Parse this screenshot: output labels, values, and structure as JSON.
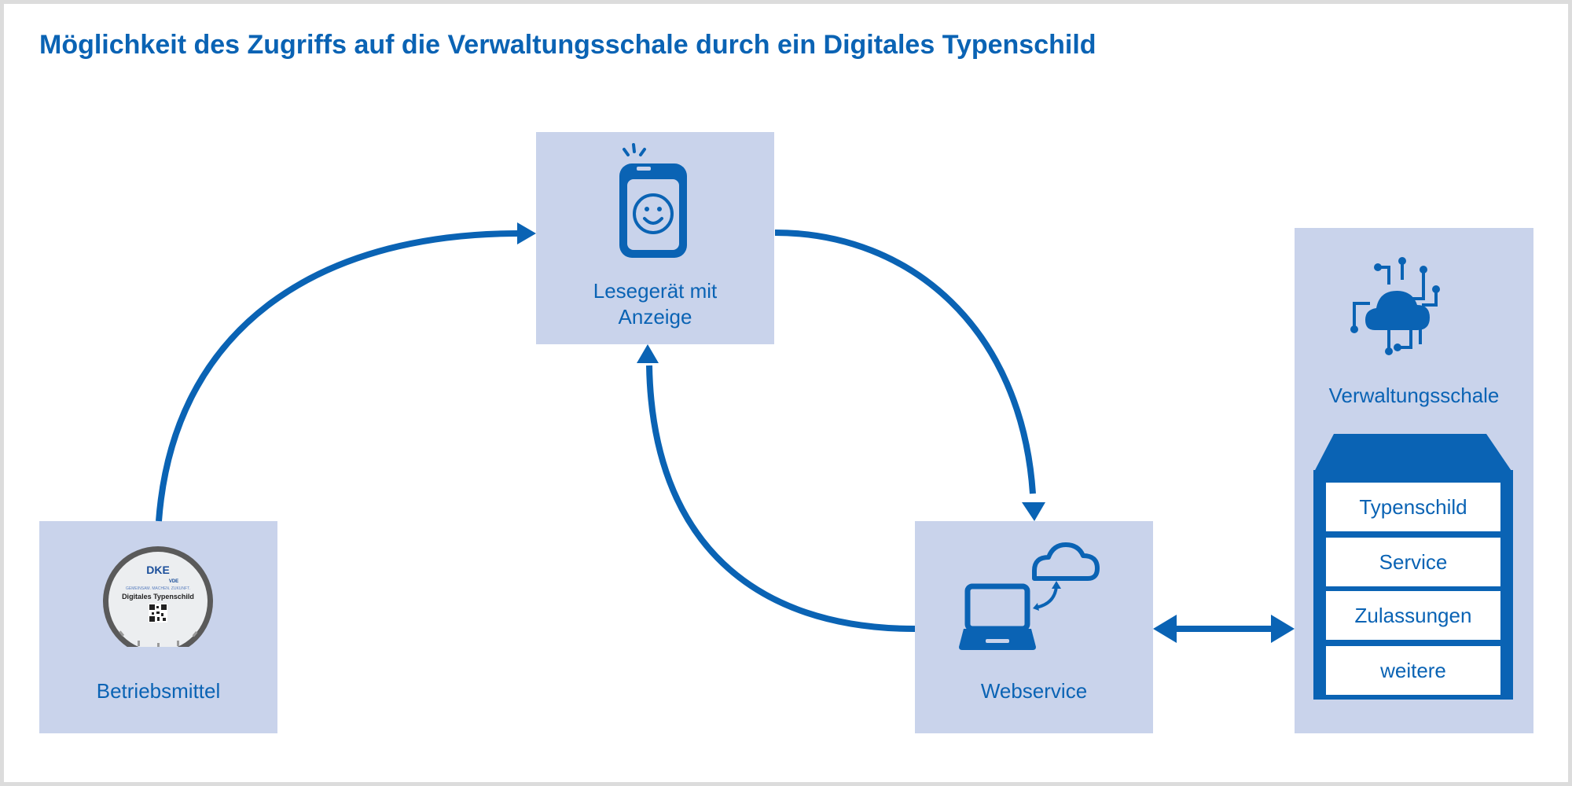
{
  "title": "Möglichkeit des Zugriffs auf die Verwaltungsschale durch ein Digitales Typenschild",
  "colors": {
    "accent": "#0a63b4",
    "box": "#c9d3eb",
    "border": "#dcdcdc"
  },
  "nodes": {
    "reader": {
      "label_line1": "Lesegerät mit",
      "label_line2": "Anzeige",
      "icon": "smartphone-smiley-icon"
    },
    "device": {
      "label": "Betriebsmittel",
      "icon": "digital-nameplate-tag-icon",
      "tag_brand": "DKE",
      "tag_sub": "VDE",
      "tag_tagline": "GEMEINSAM. MACHEN. ZUKUNFT.",
      "tag_title": "Digitales Typenschild"
    },
    "webservice": {
      "label": "Webservice",
      "icon": "laptop-cloud-icon"
    },
    "aas": {
      "label": "Verwaltungsschale",
      "icon": "cloud-network-icon",
      "submodels": [
        "Typenschild",
        "Service",
        "Zulassungen",
        "weitere"
      ]
    }
  }
}
